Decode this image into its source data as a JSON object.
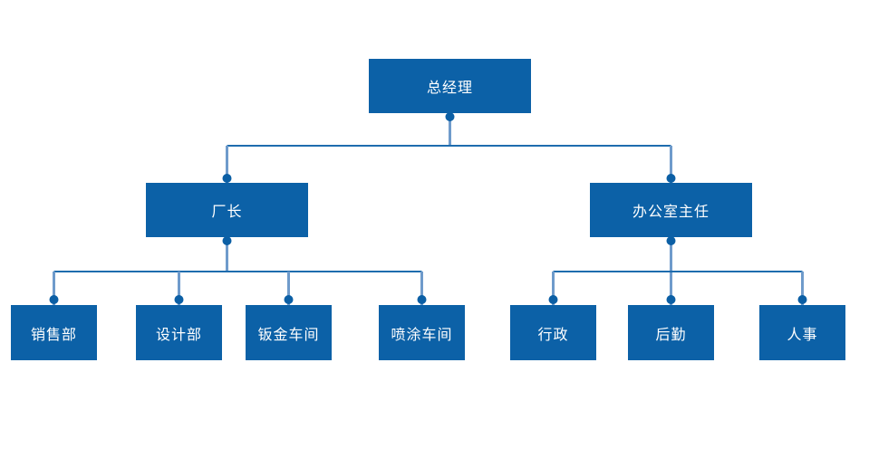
{
  "page": {
    "background": "#ffffff"
  },
  "colors": {
    "node_fill": "#0c61a7",
    "node_text": "#ffffff",
    "connector_vertical_line": "#6f9bcb",
    "connector_horizontal_line": "#1e6cae",
    "connector_dot": "#0b5fa5"
  },
  "org_chart": {
    "type": "org-tree",
    "nodes": {
      "general_manager": {
        "label": "总经理",
        "level": 1
      },
      "factory_director": {
        "label": "厂长",
        "level": 2
      },
      "office_director": {
        "label": "办公室主任",
        "level": 2
      },
      "sales_dept": {
        "label": "销售部",
        "level": 3
      },
      "design_dept": {
        "label": "设计部",
        "level": 3
      },
      "sheet_metal_workshop": {
        "label": "钣金车间",
        "level": 3
      },
      "spray_workshop": {
        "label": "喷涂车间",
        "level": 3
      },
      "administration": {
        "label": "行政",
        "level": 3
      },
      "logistics": {
        "label": "后勤",
        "level": 3
      },
      "human_resources": {
        "label": "人事",
        "level": 3
      }
    },
    "hierarchy": {
      "总经理": [
        "厂长",
        "办公室主任"
      ],
      "厂长": [
        "销售部",
        "设计部",
        "钣金车间",
        "喷涂车间"
      ],
      "办公室主任": [
        "行政",
        "后勤",
        "人事"
      ]
    }
  }
}
